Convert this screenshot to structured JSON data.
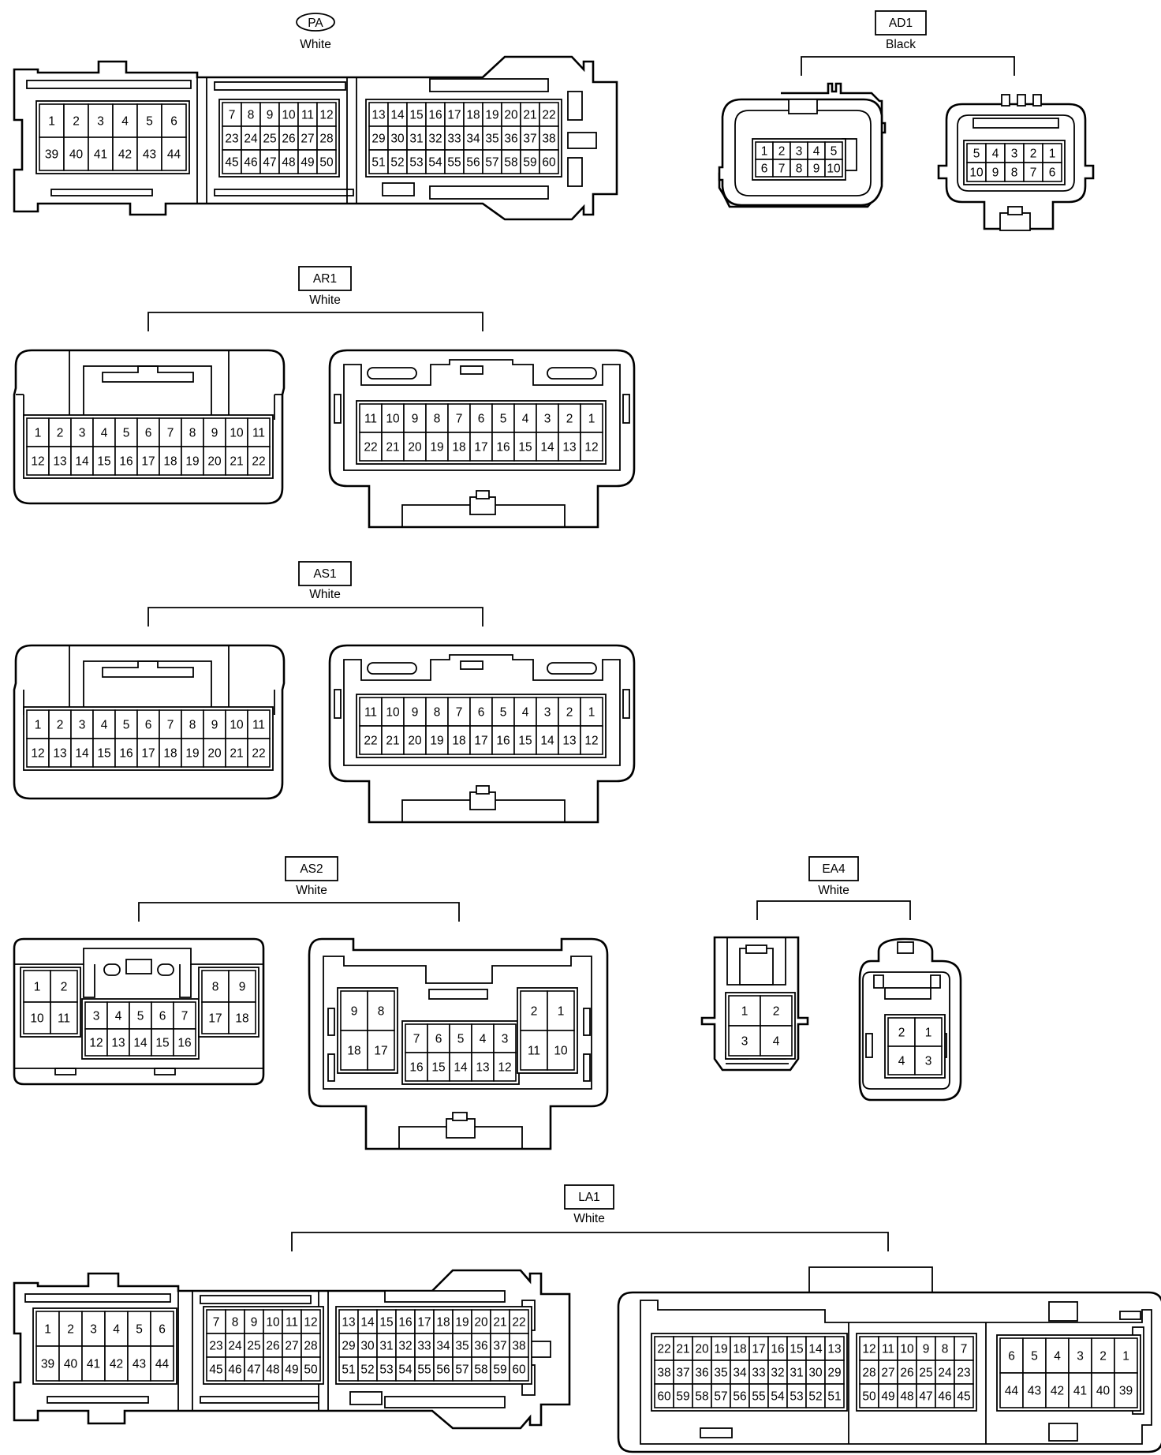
{
  "connectors": [
    {
      "id": "PA",
      "color": "White",
      "views": [
        [
          [
            "1",
            "2",
            "3",
            "4",
            "5",
            "6"
          ],
          [
            "39",
            "40",
            "41",
            "42",
            "43",
            "44"
          ]
        ],
        [
          [
            "7",
            "8",
            "9",
            "10",
            "11",
            "12"
          ],
          [
            "23",
            "24",
            "25",
            "26",
            "27",
            "28"
          ],
          [
            "45",
            "46",
            "47",
            "48",
            "49",
            "50"
          ]
        ],
        [
          [
            "13",
            "14",
            "15",
            "16",
            "17",
            "18",
            "19",
            "20",
            "21",
            "22"
          ],
          [
            "29",
            "30",
            "31",
            "32",
            "33",
            "34",
            "35",
            "36",
            "37",
            "38"
          ],
          [
            "51",
            "52",
            "53",
            "54",
            "55",
            "56",
            "57",
            "58",
            "59",
            "60"
          ]
        ]
      ]
    },
    {
      "id": "AD1",
      "color": "Black",
      "views": [
        [
          [
            "1",
            "2",
            "3",
            "4",
            "5"
          ],
          [
            "6",
            "7",
            "8",
            "9",
            "10"
          ]
        ],
        [
          [
            "5",
            "4",
            "3",
            "2",
            "1"
          ],
          [
            "10",
            "9",
            "8",
            "7",
            "6"
          ]
        ]
      ]
    },
    {
      "id": "AR1",
      "color": "White",
      "views": [
        [
          [
            "1",
            "2",
            "3",
            "4",
            "5",
            "6",
            "7",
            "8",
            "9",
            "10",
            "11"
          ],
          [
            "12",
            "13",
            "14",
            "15",
            "16",
            "17",
            "18",
            "19",
            "20",
            "21",
            "22"
          ]
        ],
        [
          [
            "11",
            "10",
            "9",
            "8",
            "7",
            "6",
            "5",
            "4",
            "3",
            "2",
            "1"
          ],
          [
            "22",
            "21",
            "20",
            "19",
            "18",
            "17",
            "16",
            "15",
            "14",
            "13",
            "12"
          ]
        ]
      ]
    },
    {
      "id": "AS1",
      "color": "White",
      "views": [
        [
          [
            "1",
            "2",
            "3",
            "4",
            "5",
            "6",
            "7",
            "8",
            "9",
            "10",
            "11"
          ],
          [
            "12",
            "13",
            "14",
            "15",
            "16",
            "17",
            "18",
            "19",
            "20",
            "21",
            "22"
          ]
        ],
        [
          [
            "11",
            "10",
            "9",
            "8",
            "7",
            "6",
            "5",
            "4",
            "3",
            "2",
            "1"
          ],
          [
            "22",
            "21",
            "20",
            "19",
            "18",
            "17",
            "16",
            "15",
            "14",
            "13",
            "12"
          ]
        ]
      ]
    },
    {
      "id": "AS2",
      "color": "White",
      "views": [
        [
          [
            "1",
            "2"
          ],
          [
            "10",
            "11"
          ],
          [
            "3",
            "4",
            "5",
            "6",
            "7"
          ],
          [
            "12",
            "13",
            "14",
            "15",
            "16"
          ],
          [
            "8",
            "9"
          ],
          [
            "17",
            "18"
          ]
        ],
        [
          [
            "9",
            "8"
          ],
          [
            "18",
            "17"
          ],
          [
            "7",
            "6",
            "5",
            "4",
            "3"
          ],
          [
            "16",
            "15",
            "14",
            "13",
            "12"
          ],
          [
            "2",
            "1"
          ],
          [
            "11",
            "10"
          ]
        ]
      ]
    },
    {
      "id": "EA4",
      "color": "White",
      "views": [
        [
          [
            "1",
            "2"
          ],
          [
            "3",
            "4"
          ]
        ],
        [
          [
            "2",
            "1"
          ],
          [
            "4",
            "3"
          ]
        ]
      ]
    },
    {
      "id": "LA1",
      "color": "White",
      "views": [
        [
          [
            "1",
            "2",
            "3",
            "4",
            "5",
            "6"
          ],
          [
            "39",
            "40",
            "41",
            "42",
            "43",
            "44"
          ]
        ],
        [
          [
            "7",
            "8",
            "9",
            "10",
            "11",
            "12"
          ],
          [
            "23",
            "24",
            "25",
            "26",
            "27",
            "28"
          ],
          [
            "45",
            "46",
            "47",
            "48",
            "49",
            "50"
          ]
        ],
        [
          [
            "13",
            "14",
            "15",
            "16",
            "17",
            "18",
            "19",
            "20",
            "21",
            "22"
          ],
          [
            "29",
            "30",
            "31",
            "32",
            "33",
            "34",
            "35",
            "36",
            "37",
            "38"
          ],
          [
            "51",
            "52",
            "53",
            "54",
            "55",
            "56",
            "57",
            "58",
            "59",
            "60"
          ]
        ],
        [
          [
            "22",
            "21",
            "20",
            "19",
            "18",
            "17",
            "16",
            "15",
            "14",
            "13"
          ],
          [
            "38",
            "37",
            "36",
            "35",
            "34",
            "33",
            "32",
            "31",
            "30",
            "29"
          ],
          [
            "60",
            "59",
            "58",
            "57",
            "56",
            "55",
            "54",
            "53",
            "52",
            "51"
          ]
        ],
        [
          [
            "12",
            "11",
            "10",
            "9",
            "8",
            "7"
          ],
          [
            "28",
            "27",
            "26",
            "25",
            "24",
            "23"
          ],
          [
            "50",
            "49",
            "48",
            "47",
            "46",
            "45"
          ]
        ],
        [
          [
            "6",
            "5",
            "4",
            "3",
            "2",
            "1"
          ],
          [
            "44",
            "43",
            "42",
            "41",
            "40",
            "39"
          ]
        ]
      ]
    }
  ]
}
